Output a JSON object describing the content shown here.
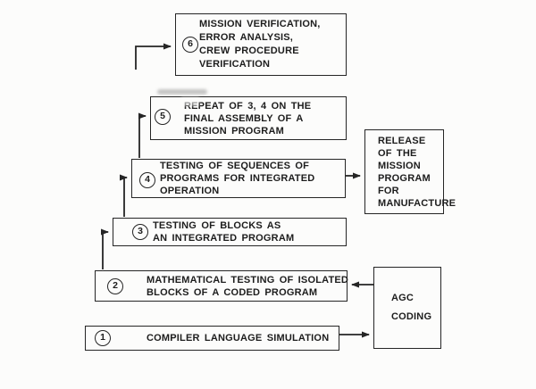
{
  "diagram": {
    "steps": [
      {
        "number": "1",
        "lines": [
          "COMPILER LANGUAGE SIMULATION"
        ]
      },
      {
        "number": "2",
        "lines": [
          "MATHEMATICAL TESTING OF ISOLATED",
          "BLOCKS OF A CODED PROGRAM"
        ]
      },
      {
        "number": "3",
        "lines": [
          "TESTING OF BLOCKS AS",
          "AN INTEGRATED PROGRAM"
        ]
      },
      {
        "number": "4",
        "lines": [
          "TESTING OF SEQUENCES OF",
          "PROGRAMS FOR INTEGRATED",
          "OPERATION"
        ]
      },
      {
        "number": "5",
        "lines": [
          "REPEAT OF 3, 4 ON THE",
          "FINAL ASSEMBLY OF A",
          "MISSION PROGRAM"
        ]
      },
      {
        "number": "6",
        "lines": [
          "MISSION VERIFICATION,",
          "ERROR ANALYSIS,",
          "CREW PROCEDURE",
          "VERIFICATION"
        ]
      }
    ],
    "release_box": {
      "lines": [
        "RELEASE",
        "OF THE",
        "MISSION",
        "PROGRAM",
        "FOR",
        "MANUFACTURE"
      ]
    },
    "agc_box": {
      "lines": [
        "AGC",
        "CODING"
      ]
    },
    "colors": {
      "ink": "#1d1d1d",
      "background": "#fcfcfb"
    }
  }
}
